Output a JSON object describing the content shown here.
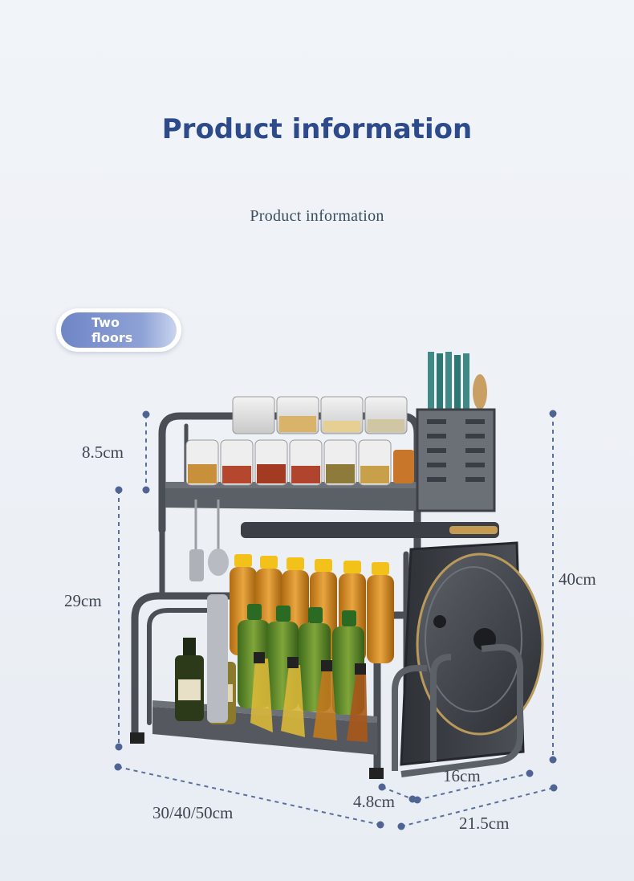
{
  "heading": {
    "title": "Product information",
    "subtitle": "Product information"
  },
  "badge": {
    "label": "Two floors"
  },
  "dimensions": {
    "top_shelf_height": "8.5cm",
    "lower_height": "29cm",
    "total_height": "40cm",
    "width": "30/40/50cm",
    "foot_height": "4.8cm",
    "lid_holder_depth": "16cm",
    "depth": "21.5cm"
  },
  "colors": {
    "title": "#2d4a8a",
    "badge": "#7b91cc",
    "dimension_line": "#5a6f9a",
    "rack_frame": "#4a4e55"
  }
}
